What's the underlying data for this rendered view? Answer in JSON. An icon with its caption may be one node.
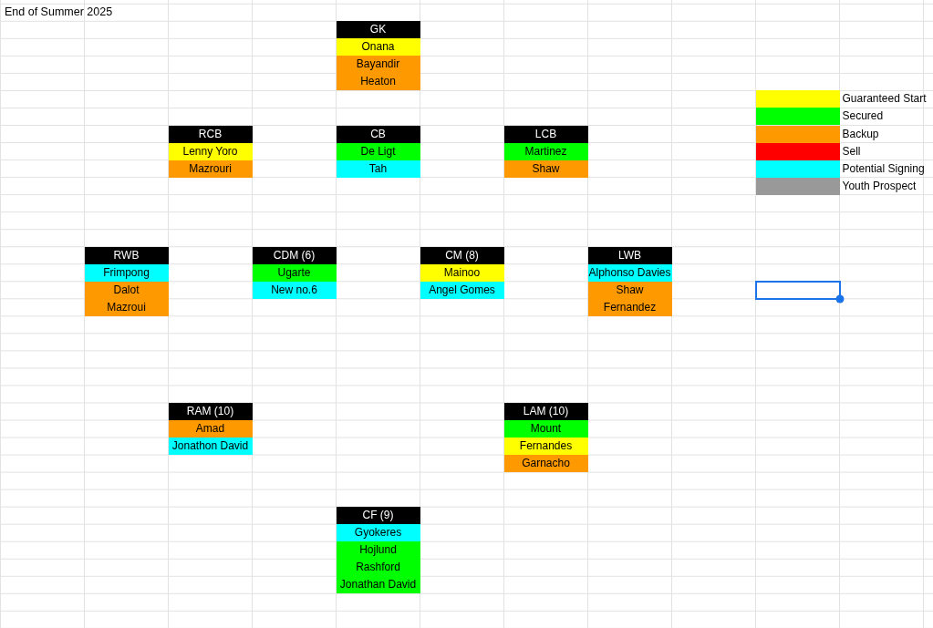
{
  "diagram": {
    "title": "End of Summer 2025",
    "nodes": [
      {
        "text": [
          "GK"
        ]
      },
      {
        "text": [
          "Onana"
        ]
      },
      {
        "text": [
          "Bayandir"
        ]
      },
      {
        "text": [
          "Heaton"
        ]
      },
      {
        "text": [
          "RCB"
        ]
      },
      {
        "text": [
          "Lenny Yoro"
        ]
      },
      {
        "text": [
          "Mazrouri"
        ]
      },
      {
        "text": [
          "CB"
        ]
      },
      {
        "text": [
          "De Ligt"
        ]
      },
      {
        "text": [
          "Tah"
        ]
      },
      {
        "text": [
          "LCB"
        ]
      },
      {
        "text": [
          "Martinez"
        ]
      },
      {
        "text": [
          "Shaw"
        ]
      },
      {
        "text": [
          "RWB"
        ]
      },
      {
        "text": [
          "Frimpong"
        ]
      },
      {
        "text": [
          "Dalot"
        ]
      },
      {
        "text": [
          "Mazroui"
        ]
      },
      {
        "text": [
          "CDM (6)"
        ]
      },
      {
        "text": [
          "Ugarte"
        ]
      },
      {
        "text": [
          "New no.6"
        ]
      },
      {
        "text": [
          "CM (8)"
        ]
      },
      {
        "text": [
          "Mainoo"
        ]
      },
      {
        "text": [
          "Angel Gomes"
        ]
      },
      {
        "text": [
          "LWB"
        ]
      },
      {
        "text": [
          "Alphonso Davies"
        ]
      },
      {
        "text": [
          "Shaw"
        ]
      },
      {
        "text": [
          "Fernandez"
        ]
      },
      {
        "text": [
          "RAM (10)"
        ]
      },
      {
        "text": [
          "Amad"
        ]
      },
      {
        "text": [
          "Jonathon David"
        ]
      },
      {
        "text": [
          "LAM (10)"
        ]
      },
      {
        "text": [
          "Mount"
        ]
      },
      {
        "text": [
          "Fernandes"
        ]
      },
      {
        "text": [
          "Garnacho"
        ]
      },
      {
        "text": [
          "CF (9)"
        ]
      },
      {
        "text": [
          "Gyokeres"
        ]
      },
      {
        "text": [
          "Hojlund"
        ]
      },
      {
        "text": [
          "Rashford"
        ]
      },
      {
        "text": [
          "Jonathan David"
        ]
      }
    ],
    "legend": [
      {
        "text": "Guaranteed Start",
        "color": "#ffff00"
      },
      {
        "text": "Secured",
        "color": "#00ff00"
      },
      {
        "text": "Backup",
        "color": "#ff9900"
      },
      {
        "text": "Sell",
        "color": "#ff0000"
      },
      {
        "text": "Potential Signing",
        "color": "#00ffff"
      },
      {
        "text": "Youth Prospect",
        "color": "#999999"
      }
    ]
  }
}
